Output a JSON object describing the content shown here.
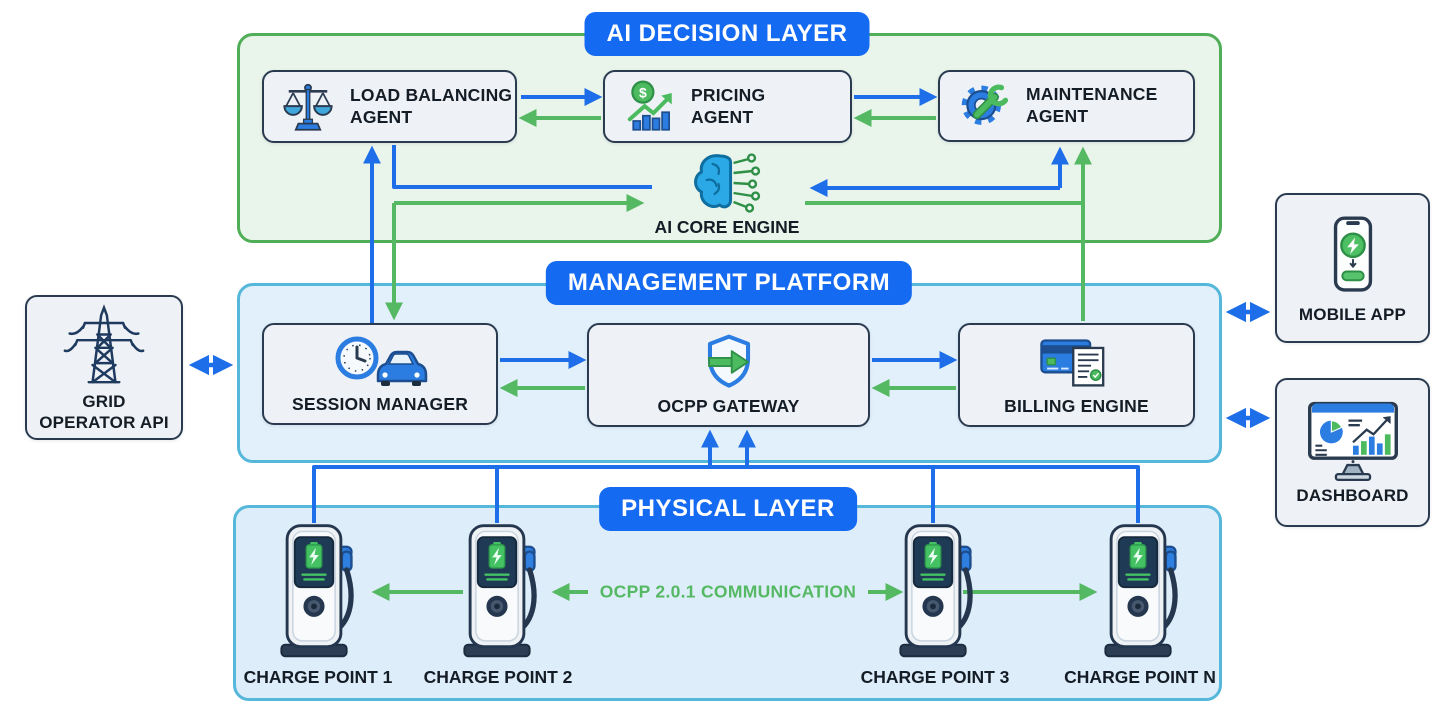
{
  "layers": {
    "ai_decision": {
      "label": "AI DECISION LAYER"
    },
    "management": {
      "label": "MANAGEMENT PLATFORM"
    },
    "physical": {
      "label": "PHYSICAL LAYER"
    }
  },
  "nodes": {
    "load_balancing": {
      "label": "LOAD BALANCING AGENT",
      "icon": "balance-scale-icon"
    },
    "pricing": {
      "label": "PRICING AGENT",
      "icon": "pricing-growth-icon"
    },
    "maintenance": {
      "label": "MAINTENANCE AGENT",
      "icon": "gear-wrench-icon"
    },
    "ai_core": {
      "label": "AI CORE ENGINE",
      "icon": "brain-circuit-icon"
    },
    "session_manager": {
      "label": "SESSION MANAGER",
      "icon": "clock-car-icon"
    },
    "ocpp_gateway": {
      "label": "OCPP GATEWAY",
      "icon": "shield-arrow-icon"
    },
    "billing": {
      "label": "BILLING ENGINE",
      "icon": "card-receipt-icon"
    },
    "grid_api": {
      "label": "GRID OPERATOR API",
      "icon": "transmission-tower-icon"
    },
    "mobile_app": {
      "label": "MOBILE APP",
      "icon": "phone-charging-icon"
    },
    "dashboard": {
      "label": "DASHBOARD",
      "icon": "analytics-monitor-icon"
    }
  },
  "physical": {
    "charge_points": [
      {
        "label": "CHARGE POINT 1"
      },
      {
        "label": "CHARGE POINT 2"
      },
      {
        "label": "CHARGE POINT 3"
      },
      {
        "label": "CHARGE POINT N"
      }
    ],
    "communication_label": "OCPP 2.0.1 COMMUNICATION"
  },
  "colors": {
    "blue": "#1d6ee8",
    "green": "#55b964",
    "navy": "#2a3b50",
    "badge-blue": "#156af2",
    "ai-fill": "#e9f4ea",
    "ai-border": "#4fae57",
    "mgmt-fill": "#e2f0fb",
    "mgmt-border": "#55b7da",
    "phys-fill": "#ddedf9",
    "node-fill": "#eef1f5",
    "text-dark": "#141c26"
  }
}
